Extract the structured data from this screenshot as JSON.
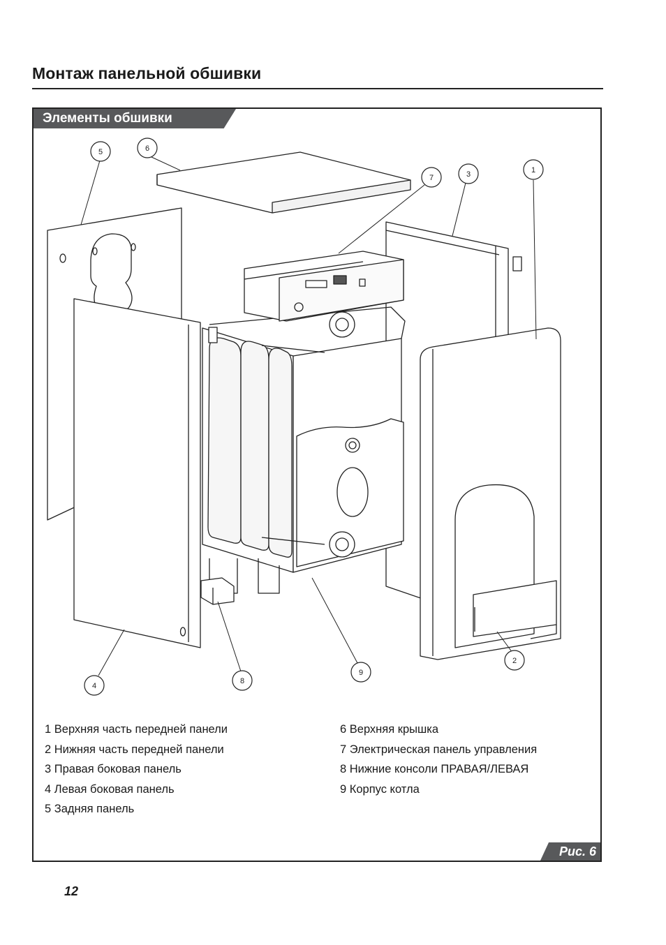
{
  "page": {
    "title": "Монтаж панельной обшивки",
    "section_title": "Элементы обшивки",
    "figure_label": "Рис. 6",
    "page_number": "12"
  },
  "callouts": [
    "1",
    "2",
    "3",
    "4",
    "5",
    "6",
    "7",
    "8",
    "9"
  ],
  "legend": {
    "left": [
      "1 Верхняя часть передней панели",
      "2 Нижняя часть передней панели",
      "3 Правая боковая панель",
      "4 Левая боковая панель",
      "5 Задняя панель"
    ],
    "right": [
      "6 Верхняя крышка",
      "7 Электрическая панель управления",
      "8 Нижние консоли ПРАВАЯ/ЛЕВАЯ",
      "9 Корпус котла"
    ]
  }
}
